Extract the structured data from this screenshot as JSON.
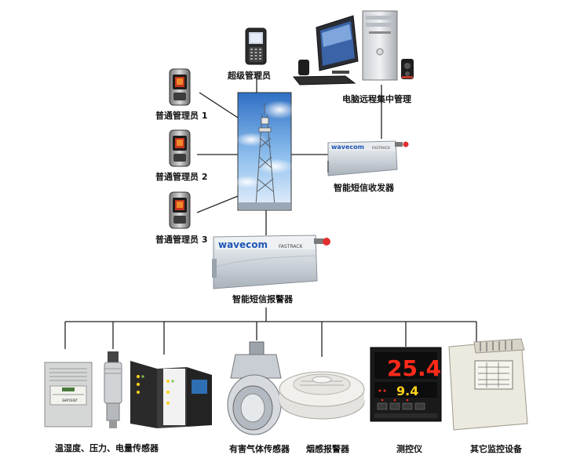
{
  "nodes": {
    "super_admin": {
      "label": "超级管理员"
    },
    "admin_1": {
      "label": "普通管理员 1"
    },
    "admin_2": {
      "label": "普通管理员 2"
    },
    "admin_3": {
      "label": "普通管理员 3"
    },
    "computer": {
      "label": "电脑远程集中管理"
    },
    "sms_transceiver": {
      "label": "智能短信收发器",
      "brand": "wavecom",
      "model": "FASTRACK"
    },
    "sms_alarm": {
      "label": "智能短信报警器",
      "brand": "wavecom",
      "model": "FASTRACK"
    },
    "sensors": {
      "label": "温湿度、压力、电量传感器",
      "sensor_tag": "sensor"
    },
    "gas_sensor": {
      "label": "有害气体传感器"
    },
    "smoke_alarm": {
      "label": "烟感报警器"
    },
    "controller": {
      "label": "测控仪",
      "display_top": "25.4",
      "display_bottom": "9.4"
    },
    "other_devices": {
      "label": "其它监控设备"
    }
  },
  "colors": {
    "line": "#222222",
    "modem_body": "#d8dde3",
    "sky": "#6fa9e0",
    "led_red": "#ff2a1a",
    "led_yellow": "#ffd21a"
  }
}
